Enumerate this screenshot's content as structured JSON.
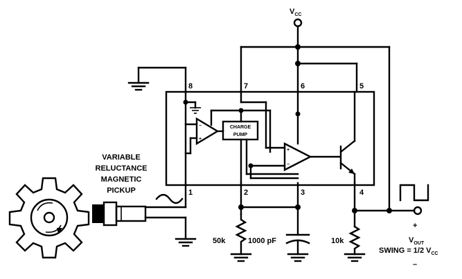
{
  "supply": {
    "label": "V",
    "sub": "CC"
  },
  "pins": {
    "p1": "1",
    "p2": "2",
    "p3": "3",
    "p4": "4",
    "p5": "5",
    "p6": "6",
    "p7": "7",
    "p8": "8"
  },
  "charge_pump": {
    "line1": "CHARGE",
    "line2": "PUMP"
  },
  "pickup": {
    "line1": "VARIABLE",
    "line2": "RELUCTANCE",
    "line3": "MAGNETIC",
    "line4": "PICKUP"
  },
  "components": {
    "r_timing": "50k",
    "c_timing": "1000 pF",
    "r_load": "10k"
  },
  "output": {
    "plus": "+",
    "label": "V",
    "label_sub": "OUT",
    "swing_prefix": "SWING = 1/2 V",
    "swing_sub": "CC",
    "minus": "–"
  }
}
